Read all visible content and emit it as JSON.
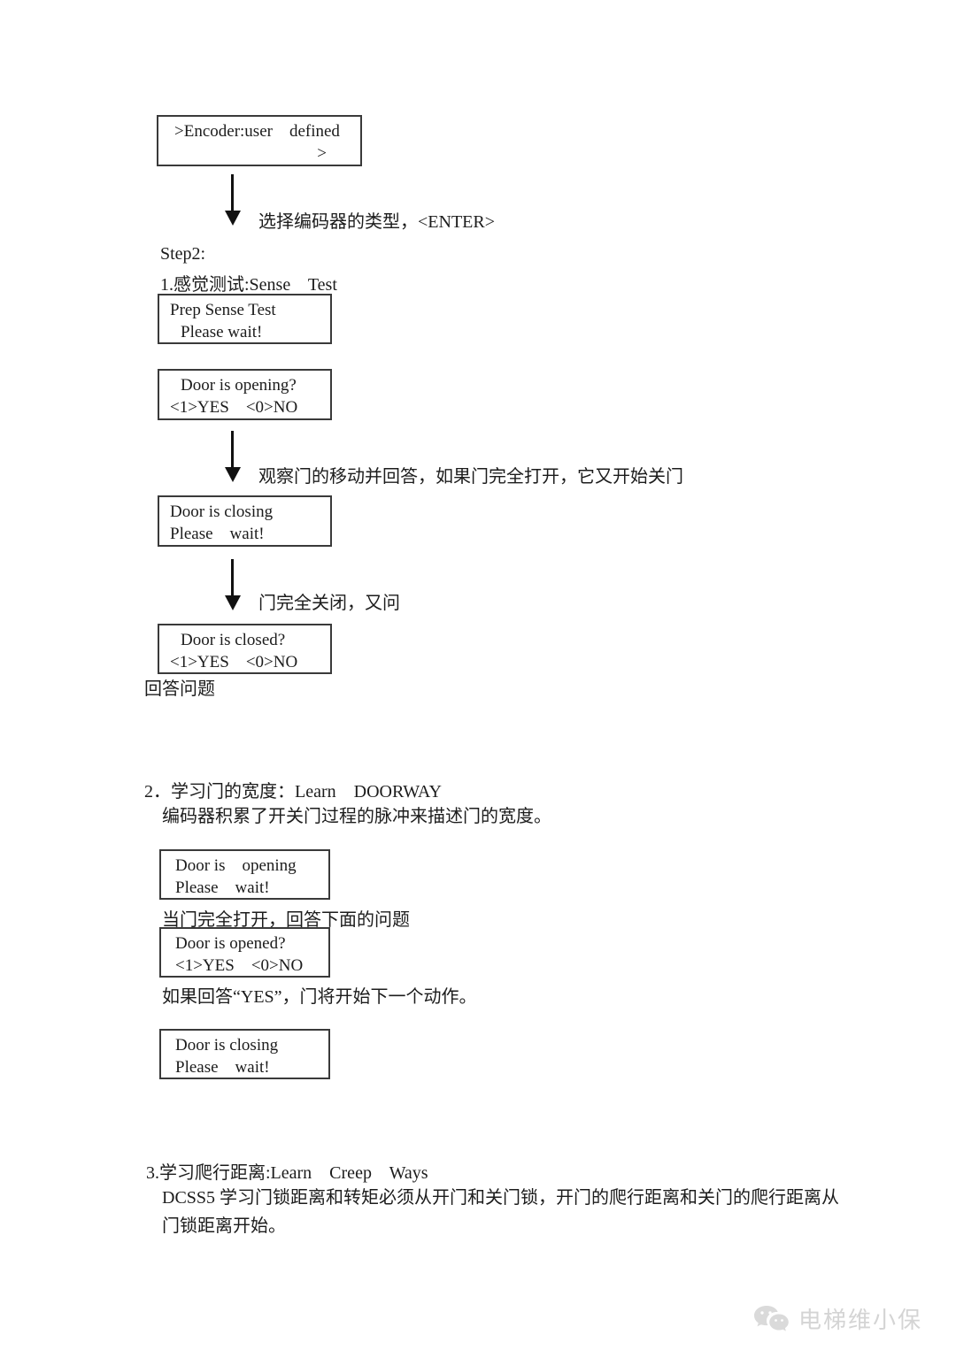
{
  "flow": {
    "encoder_box": {
      "line1": ">Encoder:user    defined",
      "line2": ">"
    },
    "arrow1_label": "选择编码器的类型，<ENTER>",
    "step2_label": "Step2:",
    "section1": {
      "title": "1.感觉测试:Sense    Test",
      "prep_box": {
        "line1": "Prep Sense Test",
        "line2": "Please wait!"
      },
      "opening_q_box": {
        "line1": "Door is opening?",
        "line2": "<1>YES    <0>NO"
      },
      "arrow2_label": "观察门的移动并回答，如果门完全打开，它又开始关门",
      "closing_box": {
        "line1": "Door is closing",
        "line2": "Please    wait!"
      },
      "arrow3_label": "门完全关闭，又问",
      "closed_q_box": {
        "line1": "Door is closed?",
        "line2": "<1>YES    <0>NO"
      },
      "answer_note": "回答问题"
    },
    "section2": {
      "title": "2．学习门的宽度：Learn    DOORWAY",
      "desc": "编码器积累了开关门过程的脉冲来描述门的宽度。",
      "opening_box": {
        "line1": "Door is    opening",
        "line2": "Please    wait!"
      },
      "note_open": "当门完全打开，回答下面的问题",
      "opened_q_box": {
        "line1": "Door is opened?",
        "line2": "<1>YES    <0>NO"
      },
      "note_yes": "如果回答“YES”，门将开始下一个动作。",
      "closing_box": {
        "line1": "Door is closing",
        "line2": "Please    wait!"
      }
    },
    "section3": {
      "title": "3.学习爬行距离:Learn    Creep    Ways",
      "desc_line1": "DCSS5 学习门锁距离和转矩必须从开门和关门锁，开门的爬行距离和关门的爬行距离从",
      "desc_line2": "门锁距离开始。"
    }
  },
  "watermark": {
    "icon": "wechat-chat-bubbles",
    "text": "电梯维小保"
  }
}
